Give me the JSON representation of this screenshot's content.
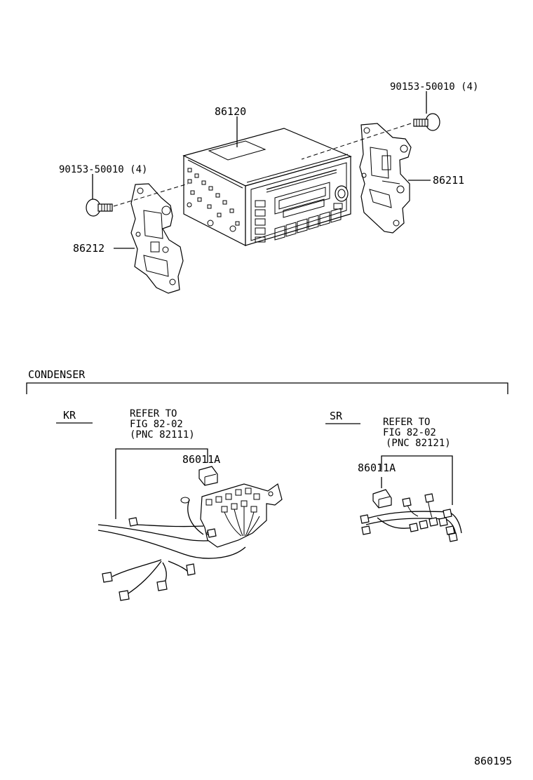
{
  "labels": {
    "radio_assembly": "86120",
    "bracket_right": "86211",
    "bracket_left": "86212",
    "screw_right": "90153-50010 (4)",
    "screw_left": "90153-50010 (4)",
    "condenser_section": "CONDENSER",
    "kr": {
      "variant": "KR",
      "refer_line1": "REFER TO",
      "refer_line2": "FIG 82-02",
      "refer_line3": "(PNC 82111)",
      "part": "86011A"
    },
    "sr": {
      "variant": "SR",
      "refer_line1": "REFER TO",
      "refer_line2": "FIG 82-02",
      "refer_line3": "(PNC 82121)",
      "part": "86011A"
    },
    "figure_number": "860195"
  }
}
